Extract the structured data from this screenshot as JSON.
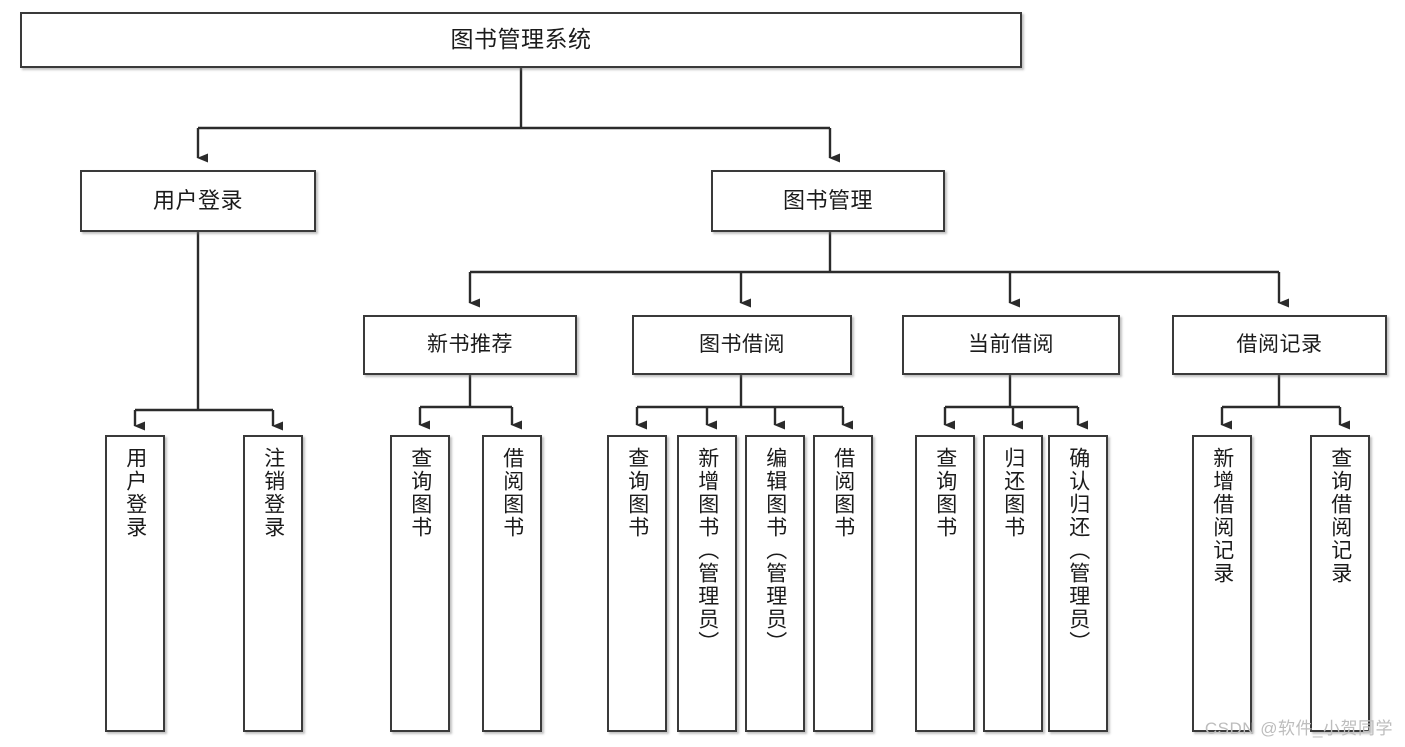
{
  "diagram": {
    "title": "图书管理系统",
    "type": "tree-hierarchy-diagram",
    "colors": {
      "box_border": "#3a3a3a",
      "box_fill": "#ffffff",
      "edge": "#2b2b2b",
      "text": "#1b1b1b",
      "watermark": "#bdbdbd",
      "background": "#ffffff"
    },
    "watermark": "CSDN @软件_小贺同学",
    "nodes": {
      "root": {
        "label": "图书管理系统"
      },
      "level2": [
        {
          "id": "user-login",
          "label": "用户登录"
        },
        {
          "id": "book-management",
          "label": "图书管理"
        }
      ],
      "level3": [
        {
          "id": "new-book-recommend",
          "label": "新书推荐"
        },
        {
          "id": "book-borrow",
          "label": "图书借阅"
        },
        {
          "id": "current-borrow",
          "label": "当前借阅"
        },
        {
          "id": "borrow-record",
          "label": "借阅记录"
        }
      ],
      "leaves": {
        "user_login": [
          {
            "id": "leaf-user-login",
            "label": "用户登录"
          },
          {
            "id": "leaf-logout-login",
            "label": "注销登录"
          }
        ],
        "new_book_recommend": [
          {
            "id": "leaf-query-book-1",
            "label": "查询图书"
          },
          {
            "id": "leaf-borrow-book-1",
            "label": "借阅图书"
          }
        ],
        "book_borrow": [
          {
            "id": "leaf-query-book-2",
            "label": "查询图书"
          },
          {
            "id": "leaf-add-book",
            "label": "新增图书（管理员）"
          },
          {
            "id": "leaf-edit-book",
            "label": "编辑图书（管理员）"
          },
          {
            "id": "leaf-borrow-book-2",
            "label": "借阅图书"
          }
        ],
        "current_borrow": [
          {
            "id": "leaf-query-book-3",
            "label": "查询图书"
          },
          {
            "id": "leaf-return-book",
            "label": "归还图书"
          },
          {
            "id": "leaf-confirm-return",
            "label": "确认归还（管理员）"
          }
        ],
        "borrow_record": [
          {
            "id": "leaf-add-borrow-record",
            "label": "新增借阅记录"
          },
          {
            "id": "leaf-query-borrow-record",
            "label": "查询借阅记录"
          }
        ]
      }
    }
  }
}
